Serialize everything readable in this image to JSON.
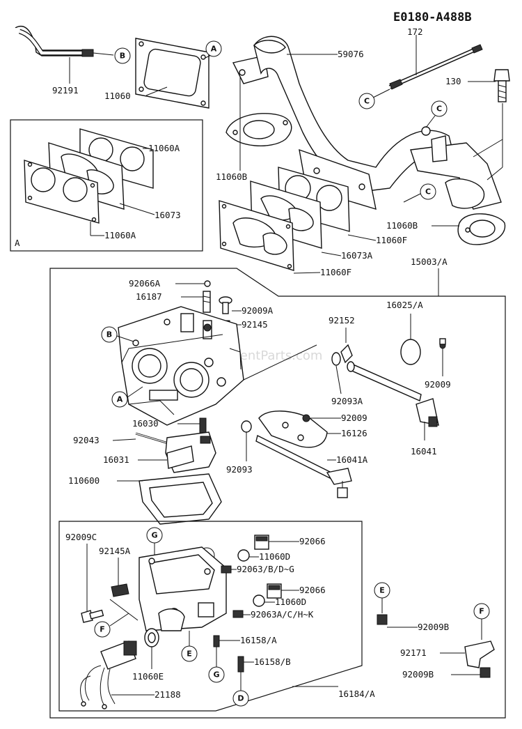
{
  "diagram_code": "E0180-A488B",
  "watermark": "eReplacementParts.com",
  "callout_letters": {
    "a": "A",
    "b": "B",
    "c": "C",
    "d": "D",
    "e": "E",
    "f": "F",
    "g": "G"
  },
  "parts": {
    "p92191": "92191",
    "p11060_top": "11060",
    "p11060A_1": "11060A",
    "p16073": "16073",
    "p11060A_2": "11060A",
    "inset_letter": "A",
    "p59076": "59076",
    "p172": "172",
    "p130": "130",
    "p11060B_1": "11060B",
    "p11060B_2": "11060B",
    "p11060F_1": "11060F",
    "p16073A": "16073A",
    "p11060F_2": "11060F",
    "p15003A": "15003/A",
    "p92066A": "92066A",
    "p16187": "16187",
    "p92009A": "92009A",
    "p92145": "92145",
    "p92152": "92152",
    "p16025A": "16025/A",
    "p92009": "92009",
    "p92093A": "92093A",
    "p92009_2": "92009",
    "p16126": "16126",
    "p16030": "16030",
    "p92043": "92043",
    "p16031": "16031",
    "p92093": "92093",
    "p16041A": "16041A",
    "p16041": "16041",
    "p110600": "110600",
    "p92009C": "92009C",
    "p92145A": "92145A",
    "p92066_1": "92066",
    "p11060D_1": "11060D",
    "p92063BDG": "92063/B/D~G",
    "p92066_2": "92066",
    "p11060D_2": "11060D",
    "p92063ACHK": "92063A/C/H~K",
    "p16158A": "16158/A",
    "p16158B": "16158/B",
    "p11060E": "11060E",
    "p21188": "21188",
    "p16184A": "16184/A",
    "p92009B_1": "92009B",
    "p92171": "92171",
    "p92009B_2": "92009B"
  }
}
